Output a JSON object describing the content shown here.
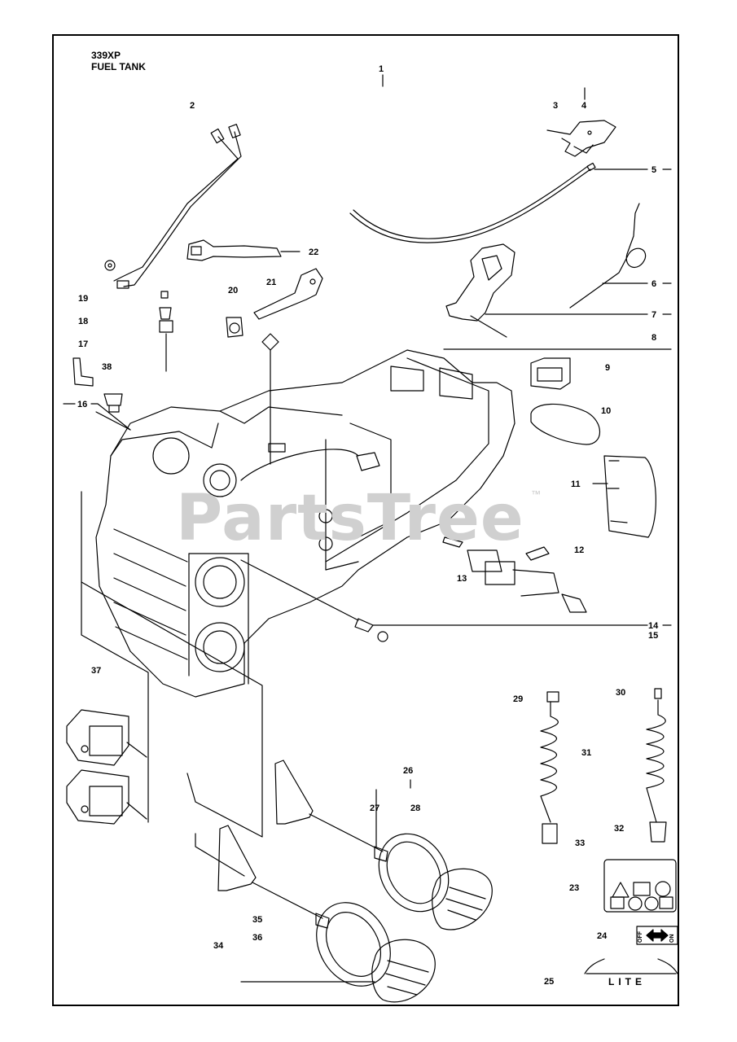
{
  "header": {
    "model": "339XP",
    "section": "FUEL TANK"
  },
  "watermark": {
    "brand": "PartsTree",
    "trademark": "™"
  },
  "decals": {
    "lite_label": "LITE",
    "off_label": "OFF",
    "on_label": "ON"
  },
  "callouts": [
    {
      "id": "1",
      "label": "1"
    },
    {
      "id": "2",
      "label": "2"
    },
    {
      "id": "3",
      "label": "3"
    },
    {
      "id": "4",
      "label": "4"
    },
    {
      "id": "5",
      "label": "5"
    },
    {
      "id": "6",
      "label": "6"
    },
    {
      "id": "7",
      "label": "7"
    },
    {
      "id": "8",
      "label": "8"
    },
    {
      "id": "9",
      "label": "9"
    },
    {
      "id": "10",
      "label": "10"
    },
    {
      "id": "11",
      "label": "11"
    },
    {
      "id": "12",
      "label": "12"
    },
    {
      "id": "13",
      "label": "13"
    },
    {
      "id": "14",
      "label": "14"
    },
    {
      "id": "15",
      "label": "15"
    },
    {
      "id": "16",
      "label": "16"
    },
    {
      "id": "17",
      "label": "17"
    },
    {
      "id": "18",
      "label": "18"
    },
    {
      "id": "19",
      "label": "19"
    },
    {
      "id": "20",
      "label": "20"
    },
    {
      "id": "21",
      "label": "21"
    },
    {
      "id": "22",
      "label": "22"
    },
    {
      "id": "23",
      "label": "23"
    },
    {
      "id": "24",
      "label": "24"
    },
    {
      "id": "25",
      "label": "25"
    },
    {
      "id": "26",
      "label": "26"
    },
    {
      "id": "27",
      "label": "27"
    },
    {
      "id": "28",
      "label": "28"
    },
    {
      "id": "29",
      "label": "29"
    },
    {
      "id": "30",
      "label": "30"
    },
    {
      "id": "31",
      "label": "31"
    },
    {
      "id": "32",
      "label": "32"
    },
    {
      "id": "33",
      "label": "33"
    },
    {
      "id": "34",
      "label": "34"
    },
    {
      "id": "35",
      "label": "35"
    },
    {
      "id": "36",
      "label": "36"
    },
    {
      "id": "37",
      "label": "37"
    },
    {
      "id": "38",
      "label": "38"
    }
  ]
}
